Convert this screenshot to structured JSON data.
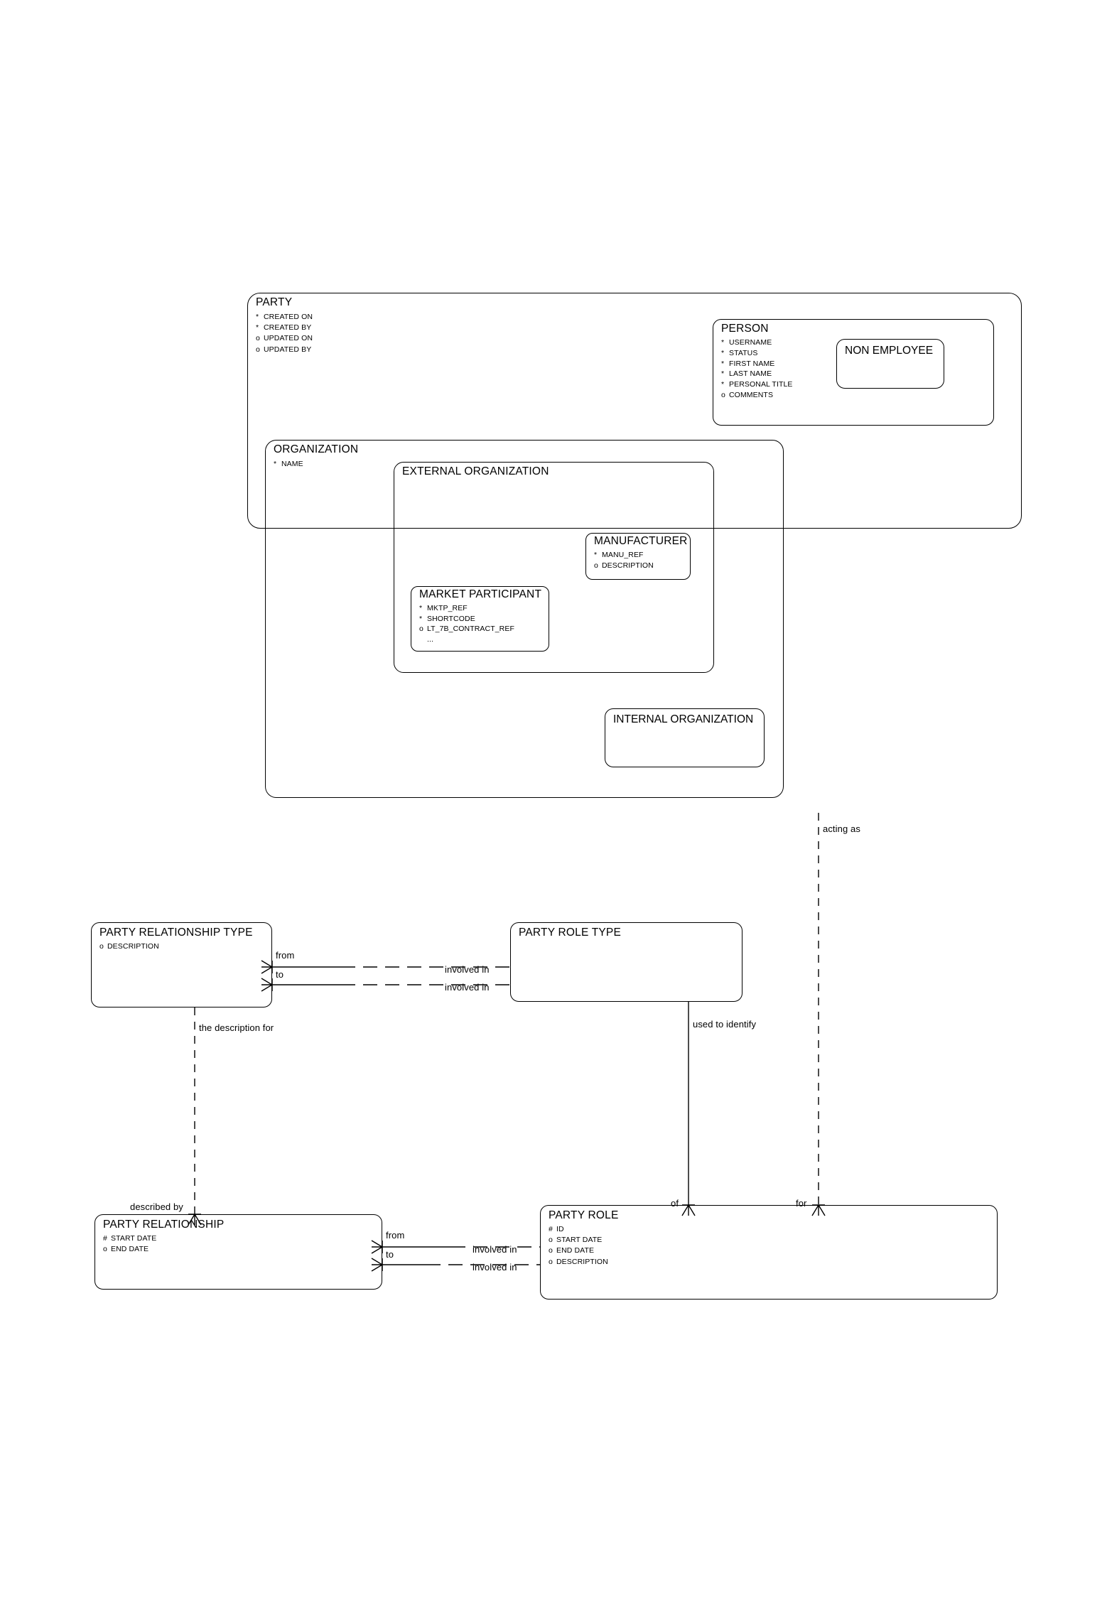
{
  "diagram": {
    "type": "entity-relationship-diagram",
    "notation": "Barker ERD (crow's foot)",
    "background_color": "#ffffff",
    "line_color": "#000000",
    "mandatory_marker": "*",
    "optional_marker": "o",
    "primary_key_marker": "#"
  },
  "entities": {
    "party": {
      "name": "PARTY",
      "attributes": [
        {
          "mark": "*",
          "label": "CREATED ON"
        },
        {
          "mark": "*",
          "label": "CREATED BY"
        },
        {
          "mark": "o",
          "label": "UPDATED ON"
        },
        {
          "mark": "o",
          "label": "UPDATED BY"
        }
      ]
    },
    "person": {
      "name": "PERSON",
      "attributes": [
        {
          "mark": "*",
          "label": "USERNAME"
        },
        {
          "mark": "*",
          "label": "STATUS"
        },
        {
          "mark": "*",
          "label": "FIRST NAME"
        },
        {
          "mark": "*",
          "label": "LAST NAME"
        },
        {
          "mark": "*",
          "label": "PERSONAL TITLE"
        },
        {
          "mark": "o",
          "label": "COMMENTS"
        }
      ]
    },
    "non_employee": {
      "name": "NON EMPLOYEE",
      "attributes": []
    },
    "organization": {
      "name": "ORGANIZATION",
      "attributes": [
        {
          "mark": "*",
          "label": "NAME"
        }
      ]
    },
    "external_organization": {
      "name": "EXTERNAL ORGANIZATION",
      "attributes": []
    },
    "manufacturer": {
      "name": "MANUFACTURER",
      "attributes": [
        {
          "mark": "*",
          "label": "MANU_REF"
        },
        {
          "mark": "o",
          "label": "DESCRIPTION"
        }
      ]
    },
    "market_participant": {
      "name": "MARKET PARTICIPANT",
      "attributes": [
        {
          "mark": "*",
          "label": "MKTP_REF"
        },
        {
          "mark": "*",
          "label": "SHORTCODE"
        },
        {
          "mark": "o",
          "label": "LT_7B_CONTRACT_REF"
        },
        {
          "mark": "",
          "label": "..."
        }
      ]
    },
    "internal_organization": {
      "name": "INTERNAL ORGANIZATION",
      "attributes": []
    },
    "party_relationship_type": {
      "name": "PARTY RELATIONSHIP TYPE",
      "attributes": [
        {
          "mark": "o",
          "label": "DESCRIPTION"
        }
      ]
    },
    "party_role_type": {
      "name": "PARTY ROLE TYPE",
      "attributes": []
    },
    "party_relationship": {
      "name": "PARTY RELATIONSHIP",
      "attributes": [
        {
          "mark": "#",
          "label": "START DATE"
        },
        {
          "mark": "o",
          "label": "END DATE"
        }
      ]
    },
    "party_role": {
      "name": "PARTY ROLE",
      "attributes": [
        {
          "mark": "#",
          "label": "ID"
        },
        {
          "mark": "o",
          "label": "START DATE"
        },
        {
          "mark": "o",
          "label": "END DATE"
        },
        {
          "mark": "o",
          "label": "DESCRIPTION"
        }
      ]
    }
  },
  "relationship_labels": {
    "acting_as": "acting as",
    "type_from": "from",
    "type_to": "to",
    "type_involved_in_1": "involved in",
    "type_involved_in_2": "involved in",
    "the_description_for": "the description for",
    "used_to_identify": "used to identify",
    "described_by": "described by",
    "rel_from": "from",
    "rel_to": "to",
    "rel_involved_in_1": "involved in",
    "rel_involved_in_2": "involved in",
    "of": "of",
    "for": "for"
  }
}
